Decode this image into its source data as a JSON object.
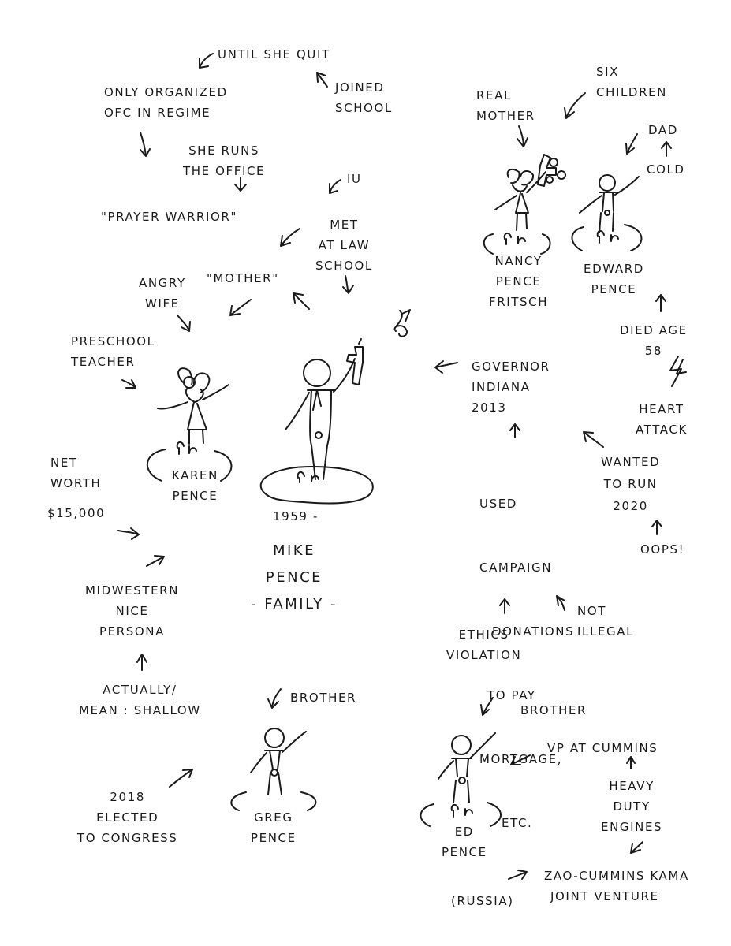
{
  "title": [
    "Mike",
    "Pence",
    "- Family -"
  ],
  "birth_year": "1959 -",
  "people": {
    "mike": "",
    "karen": [
      "Karen",
      "Pence"
    ],
    "nancy": [
      "Nancy",
      "Pence",
      "Fritsch"
    ],
    "edward": [
      "Edward",
      "Pence"
    ],
    "greg": [
      "Greg",
      "Pence"
    ],
    "ed": [
      "Ed",
      "Pence"
    ]
  },
  "notes": {
    "until_she_quit": "Until she quit",
    "only_organized": [
      "Only organized",
      "ofc in regime"
    ],
    "joined_school": [
      "Joined",
      "school"
    ],
    "she_runs_office": [
      "She runs",
      "the office"
    ],
    "prayer_warrior": "\"Prayer warrior\"",
    "iu": "IU",
    "met_at_law_school": [
      "Met",
      "at law",
      "school"
    ],
    "angry_wife": [
      "Angry",
      "wife"
    ],
    "mother": "\"Mother\"",
    "preschool_teacher": [
      "Preschool",
      "teacher"
    ],
    "net_worth": [
      "Net",
      "worth"
    ],
    "net_worth_value": "$15,000",
    "midwestern_nice": [
      "Midwestern",
      "nice",
      "persona"
    ],
    "actually_mean": [
      "Actually/",
      "mean : shallow"
    ],
    "brother_greg": "Brother",
    "elected_congress": [
      "2018",
      "elected",
      "to congress"
    ],
    "six_children": [
      "Six",
      "children"
    ],
    "real_mother": [
      "Real",
      "mother"
    ],
    "dad": "Dad",
    "cold": "Cold",
    "died_age": [
      "Died age",
      "58"
    ],
    "heart_attack": [
      "Heart",
      "attack"
    ],
    "governor": [
      "Governor",
      "Indiana",
      "2013"
    ],
    "used_campaign": [
      "Used",
      "campaign",
      "donations",
      "to pay",
      "mortgage,",
      "etc."
    ],
    "wanted_to_run": [
      "Wanted",
      "to run",
      "2020"
    ],
    "oops": "Oops!",
    "not_illegal": [
      "Not",
      "illegal"
    ],
    "ethics_violation": [
      "Ethics",
      "violation"
    ],
    "brother_ed": "Brother",
    "vp_cummins": "VP at Cummins",
    "heavy_duty": [
      "Heavy",
      "duty",
      "engines"
    ],
    "zao": [
      "ZAO-Cummins Kama",
      "joint venture"
    ],
    "russia": "(Russia)"
  }
}
